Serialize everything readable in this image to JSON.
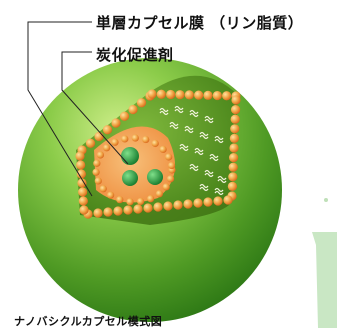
{
  "labels": {
    "membrane": "単層カプセル膜 （リン脂質）",
    "promoter": "炭化促進剤"
  },
  "caption": "ナノバシクルカプセル模式図",
  "colors": {
    "sphere_light": "#8ccc4a",
    "sphere_dark": "#2f7a16",
    "interior": "#4c8a1c",
    "bead_core": "#f0a546",
    "bead_edge": "#d8641c",
    "core_orange": "#f4a15a",
    "core_green": "#1f9a3a",
    "leader_line": "#222222"
  }
}
